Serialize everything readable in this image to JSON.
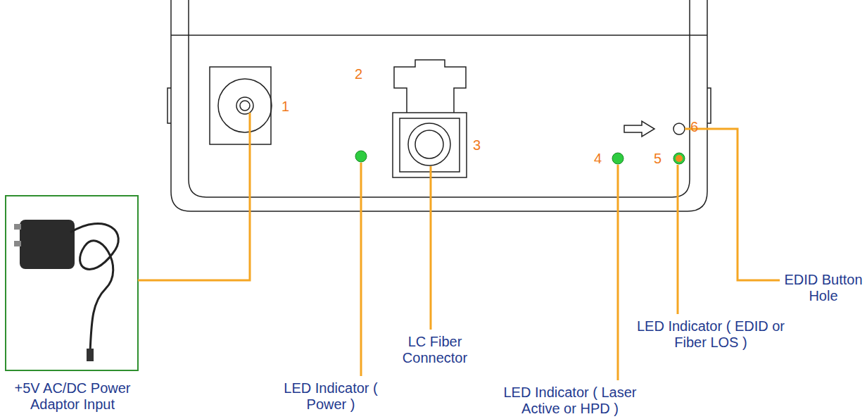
{
  "diagram": {
    "labels": [
      "1",
      "2",
      "3",
      "4",
      "5",
      "6",
      "+5V AC/DC Power Adaptor Input",
      "LED Indicator ( Power )",
      "LC Fiber Connector",
      "LED Indicator ( Laser Active or HPD )",
      "LED Indicator ( EDID or Fiber LOS )",
      "EDID Button Hole"
    ]
  }
}
